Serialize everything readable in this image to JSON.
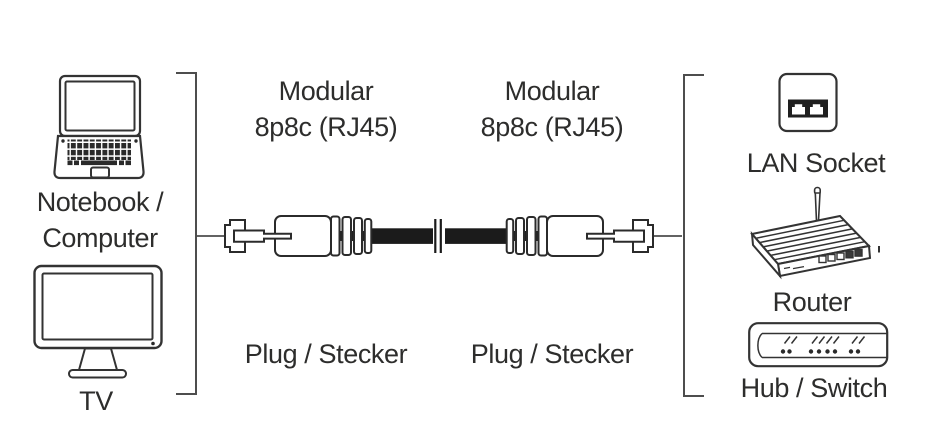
{
  "left_devices": {
    "notebook": {
      "label_line1": "Notebook /",
      "label_line2": "Computer"
    },
    "tv": {
      "label": "TV"
    }
  },
  "cable": {
    "left_connector": {
      "type_line1": "Modular",
      "type_line2": "8p8c (RJ45)",
      "name": "Plug / Stecker"
    },
    "right_connector": {
      "type_line1": "Modular",
      "type_line2": "8p8c (RJ45)",
      "name": "Plug / Stecker"
    }
  },
  "right_devices": {
    "lan_socket": {
      "label": "LAN Socket"
    },
    "router": {
      "label": "Router"
    },
    "hub_switch": {
      "label": "Hub / Switch"
    }
  },
  "icons": {
    "notebook": "notebook-icon",
    "tv": "tv-icon",
    "lan_socket": "lan-socket-icon",
    "router": "router-icon",
    "hub_switch": "hub-switch-icon",
    "cable": "rj45-cable-icon",
    "left_bracket": "left-bracket",
    "right_bracket": "right-bracket"
  },
  "colors": {
    "background": "#ffffff",
    "outline": "#2b2b2b",
    "bracket_line": "#4d4d4d",
    "text": "#2d2d2c",
    "cable_fill": "#1b1b1b"
  }
}
